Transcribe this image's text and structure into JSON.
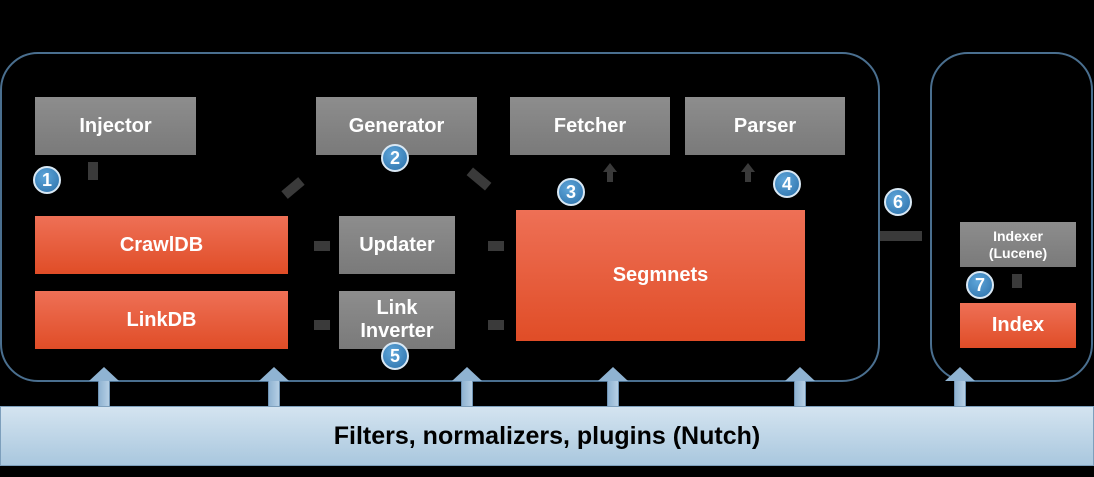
{
  "blocks": {
    "injector": "Injector",
    "generator": "Generator",
    "fetcher": "Fetcher",
    "parser": "Parser",
    "crawldb": "CrawlDB",
    "linkdb": "LinkDB",
    "updater": "Updater",
    "link_inverter_line1": "Link",
    "link_inverter_line2": "Inverter",
    "segments": "Segmnets",
    "indexer_line1": "Indexer",
    "indexer_line2": "(Lucene)",
    "index": "Index"
  },
  "steps": [
    "1",
    "2",
    "3",
    "4",
    "5",
    "6",
    "7"
  ],
  "base_label": "Filters, normalizers, plugins (Nutch)",
  "colors": {
    "frame": "#4a6f8f",
    "gray_block": "#808080",
    "red_block": "#e3542f",
    "badge": "#3b82c0",
    "base": "#bcd4e6"
  }
}
